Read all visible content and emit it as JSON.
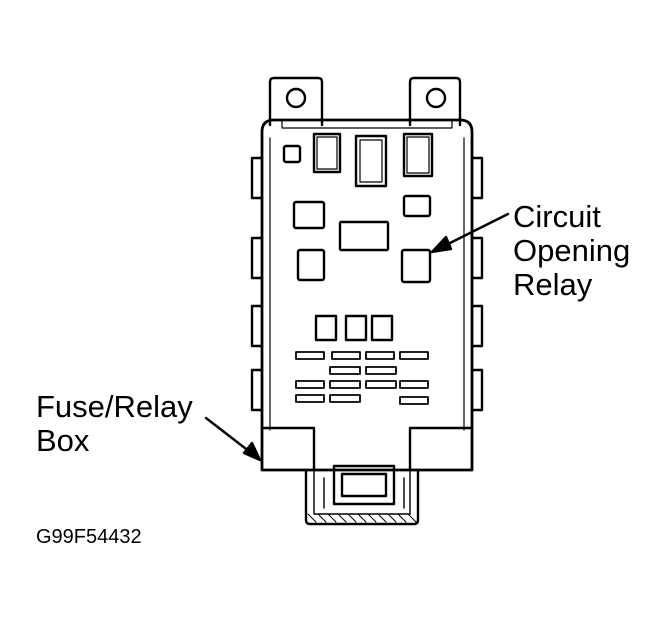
{
  "labels": {
    "circuit_opening_relay": [
      "Circuit",
      "Opening",
      "Relay"
    ],
    "fuse_relay_box": [
      "Fuse/Relay",
      "Box"
    ]
  },
  "figure_code": "G99F54432"
}
